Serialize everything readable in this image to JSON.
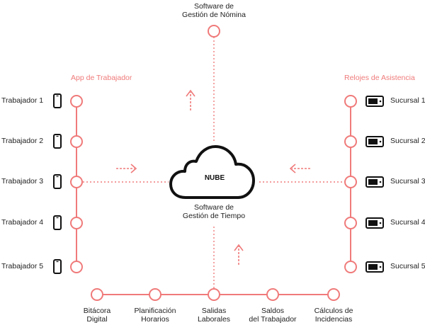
{
  "top_node": {
    "line1": "Software de",
    "line2": "Gestión de Nómina"
  },
  "cloud": {
    "label": "NUBE",
    "caption_line1": "Software de",
    "caption_line2": "Gestión de Tiempo"
  },
  "left_group": {
    "title": "App de Trabajador",
    "items": [
      "Trabajador 1",
      "Trabajador 2",
      "Trabajador 3",
      "Trabajador 4",
      "Trabajador 5"
    ],
    "icon": "smartphone-icon"
  },
  "right_group": {
    "title": "Relojes de Asistencia",
    "items": [
      "Sucursal 1",
      "Sucursal 2",
      "Sucursal 3",
      "Sucursal 4",
      "Sucursal 5"
    ],
    "icon": "time-clock-icon"
  },
  "bottom_group": {
    "items": [
      {
        "line1": "Bitácora",
        "line2": "Digital"
      },
      {
        "line1": "Planificación",
        "line2": "Horarios"
      },
      {
        "line1": "Salidas",
        "line2": "Laborales"
      },
      {
        "line1": "Saldos",
        "line2": "del Trabajador"
      },
      {
        "line1": "Cálculos de",
        "line2": "Incidencias"
      }
    ]
  },
  "colors": {
    "accent": "#f07a7a",
    "icon": "#111111",
    "text": "#222222"
  }
}
